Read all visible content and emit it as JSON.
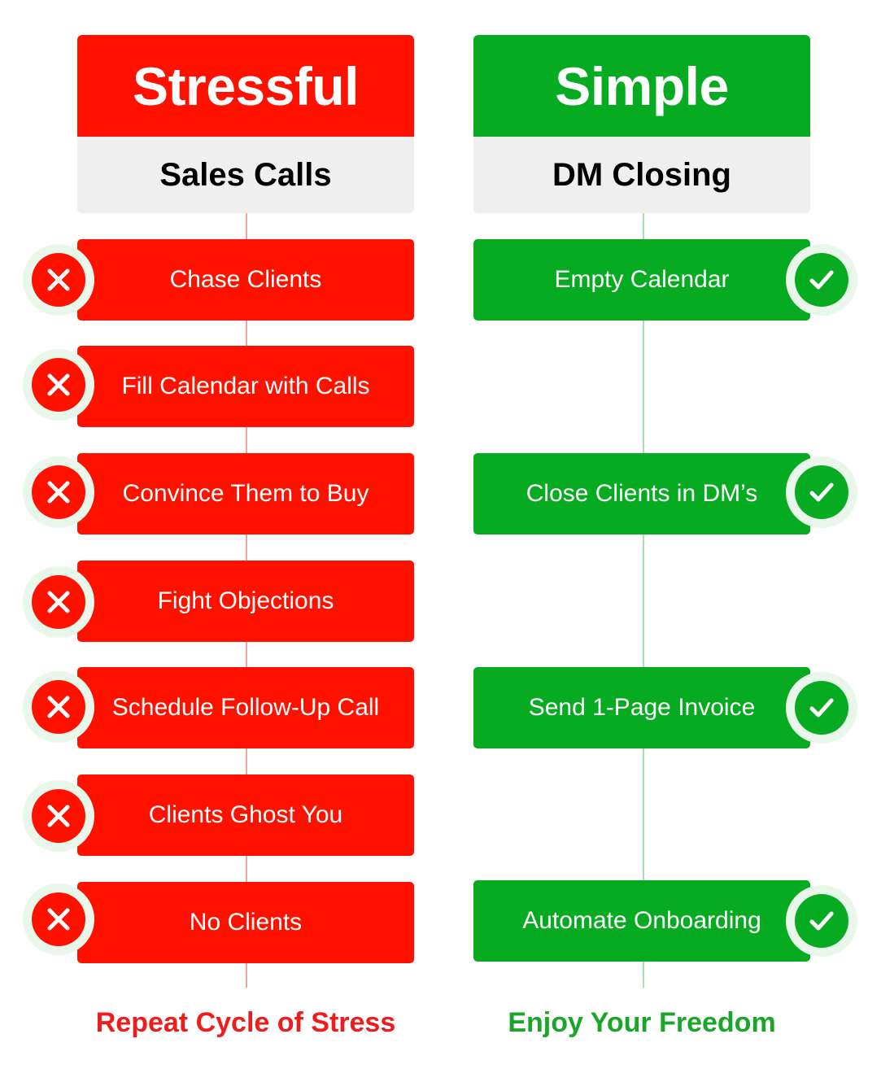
{
  "colors": {
    "bad": "#ff1100",
    "good": "#06ab22",
    "sub_bg": "#efefef",
    "footer_bad": "#ee1c1c",
    "footer_good": "#1aa629"
  },
  "left": {
    "title": "Stressful",
    "subtitle": "Sales Calls",
    "icon": "x-icon",
    "steps": [
      "Chase Clients",
      "Fill Calendar with Calls",
      "Convince Them to Buy",
      "Fight Objections",
      "Schedule Follow-Up Call",
      "Clients Ghost You",
      "No Clients"
    ],
    "footer": "Repeat Cycle of Stress"
  },
  "right": {
    "title": "Simple",
    "subtitle": "DM Closing",
    "icon": "check-icon",
    "steps": [
      "Empty Calendar",
      "Close Clients in DM’s",
      "Send 1-Page Invoice",
      "Automate Onboarding"
    ],
    "footer": "Enjoy Your Freedom"
  }
}
